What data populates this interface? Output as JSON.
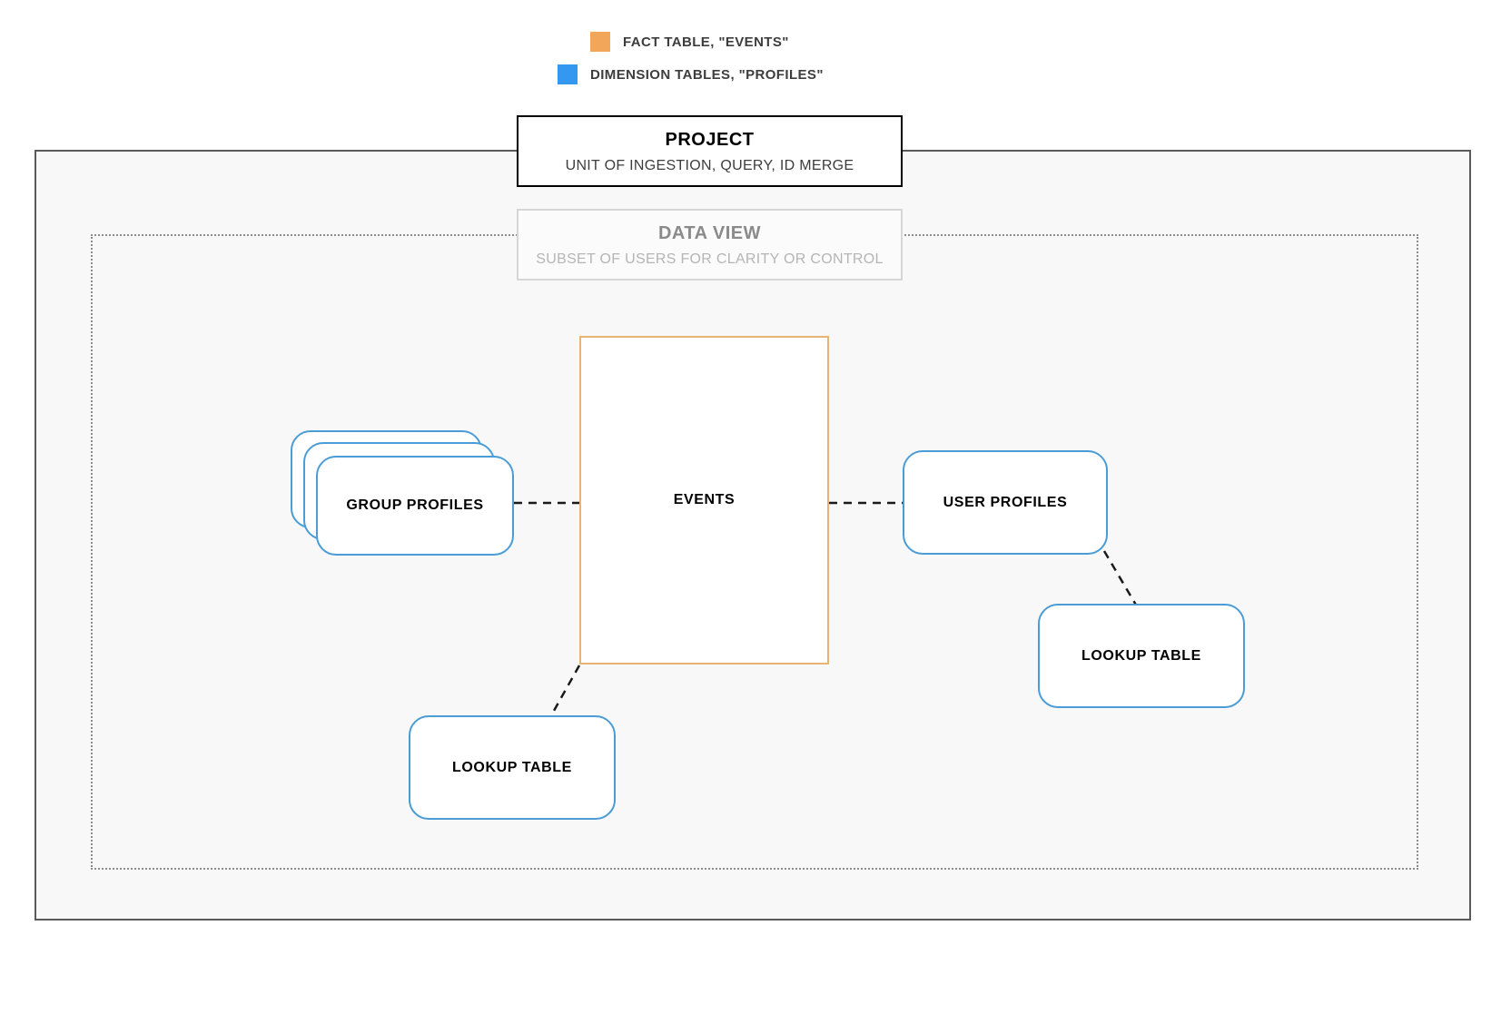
{
  "legend": {
    "items": [
      {
        "label": "FACT TABLE, \"EVENTS\"",
        "color": "#f2a65a",
        "icon": "orange-square-swatch"
      },
      {
        "label": "DIMENSION TABLES, \"PROFILES\"",
        "color": "#3498f0",
        "icon": "blue-square-swatch"
      }
    ]
  },
  "project": {
    "title": "PROJECT",
    "subtitle": "UNIT OF INGESTION, QUERY, ID MERGE"
  },
  "data_view": {
    "title": "DATA VIEW",
    "subtitle": "SUBSET OF USERS FOR CLARITY OR CONTROL"
  },
  "nodes": {
    "events": {
      "label": "EVENTS",
      "type": "fact-table",
      "border_color": "#e8b473"
    },
    "group_profiles": {
      "label": "GROUP PROFILES",
      "type": "dimension-table",
      "border_color": "#4a9cd6",
      "stack_count": 3
    },
    "user_profiles": {
      "label": "USER PROFILES",
      "type": "dimension-table",
      "border_color": "#4a9cd6"
    },
    "lookup_table_left": {
      "label": "LOOKUP TABLE",
      "type": "dimension-table",
      "border_color": "#4a9cd6"
    },
    "lookup_table_right": {
      "label": "LOOKUP TABLE",
      "type": "dimension-table",
      "border_color": "#4a9cd6"
    }
  },
  "connectors": [
    {
      "name": "group-profiles-to-events",
      "style": "dashed",
      "color": "#1a1a1a"
    },
    {
      "name": "events-to-user-profiles",
      "style": "dashed",
      "color": "#1a1a1a"
    },
    {
      "name": "events-to-lookup-table-left",
      "style": "dashed",
      "color": "#1a1a1a"
    },
    {
      "name": "user-profiles-to-lookup-table-right",
      "style": "dashed",
      "color": "#1a1a1a"
    }
  ],
  "frames": {
    "project_frame": {
      "name": "project-boundary",
      "border": "solid",
      "color": "#5a5a5a"
    },
    "data_view_frame": {
      "name": "data-view-boundary",
      "border": "dotted",
      "color": "#8c8c8c"
    }
  }
}
